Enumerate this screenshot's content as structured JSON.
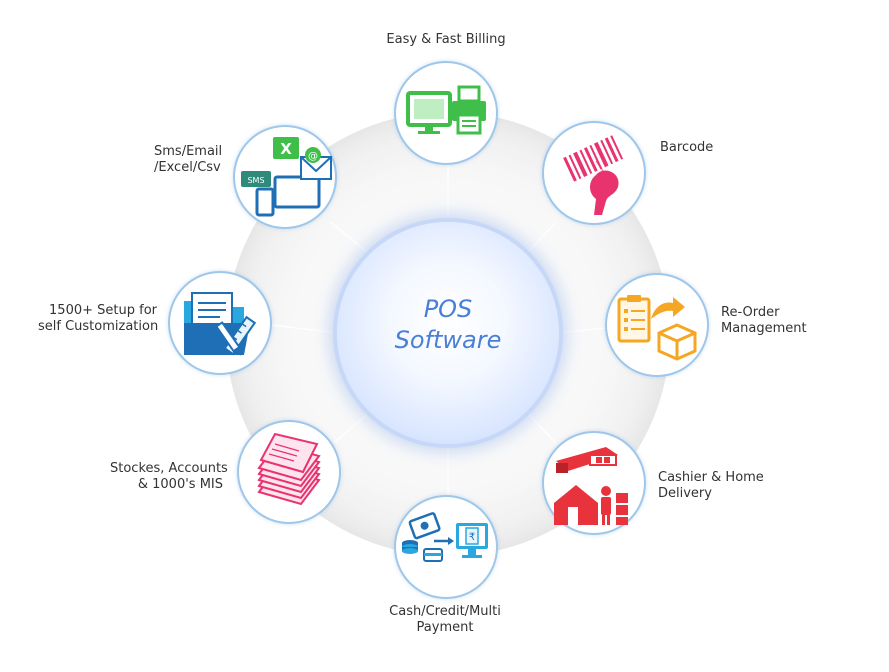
{
  "center": {
    "line1": "POS",
    "line2": "Software"
  },
  "features": [
    {
      "id": "billing",
      "icon": "monitor-printer-icon",
      "lines": [
        "Easy & Fast Billing"
      ]
    },
    {
      "id": "barcode",
      "icon": "barcode-scanner-icon",
      "lines": [
        "Barcode"
      ]
    },
    {
      "id": "reorder",
      "icon": "clipboard-box-icon",
      "lines": [
        "Re-Order",
        "Management"
      ]
    },
    {
      "id": "delivery",
      "icon": "delivery-truck-icon",
      "lines": [
        "Cashier & Home",
        "Delivery"
      ]
    },
    {
      "id": "payment",
      "icon": "payment-methods-icon",
      "lines": [
        "Cash/Credit/Multi",
        "Payment"
      ]
    },
    {
      "id": "mis",
      "icon": "paper-stack-icon",
      "lines": [
        "Stockes, Accounts",
        "& 1000's MIS"
      ]
    },
    {
      "id": "setup",
      "icon": "folder-tools-icon",
      "lines": [
        "1500+ Setup for",
        "self Customization"
      ]
    },
    {
      "id": "export",
      "icon": "sms-email-excel-icon",
      "lines": [
        "Sms/Email",
        "/Excel/Csv"
      ]
    }
  ],
  "colors": {
    "hub_text": "#4a7fd6",
    "node_border": "#9ec7ea",
    "green": "#3fbf4a",
    "pink": "#e8336f",
    "orange": "#f5a623",
    "red": "#e8333c",
    "blue": "#29a8e0",
    "navy": "#1e6fb5"
  }
}
